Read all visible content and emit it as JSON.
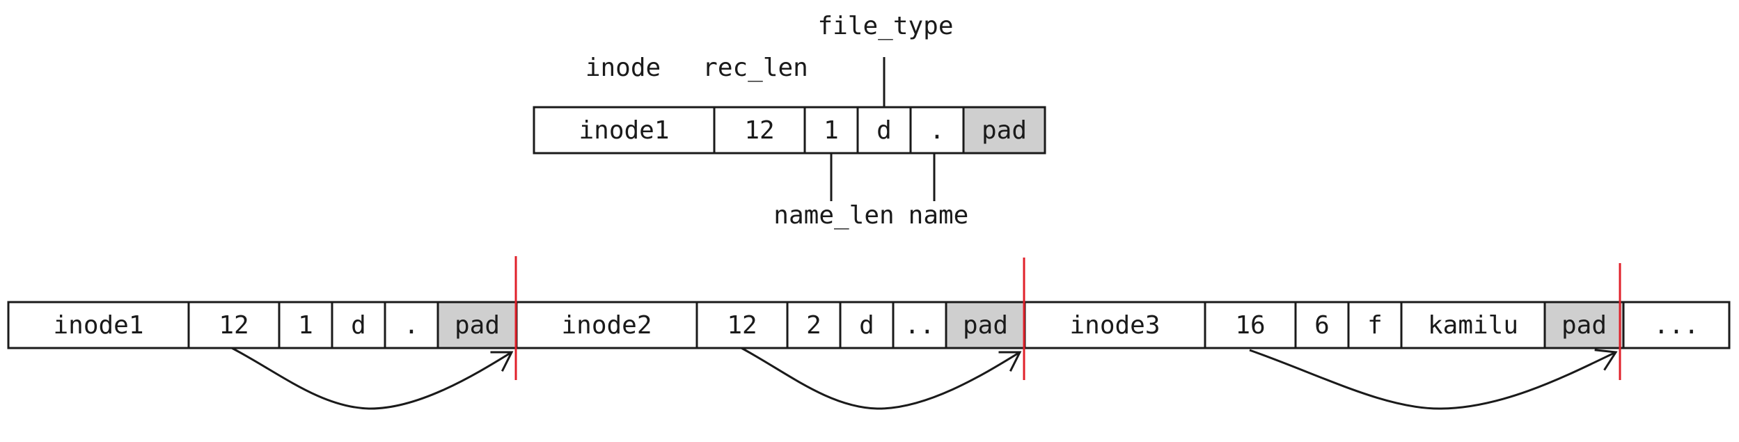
{
  "colors": {
    "stroke": "#1a1a1a",
    "pad_fill": "#cfcfcf",
    "separator": "#e0202a",
    "background": "#ffffff"
  },
  "detail": {
    "labels": {
      "inode": "inode",
      "rec_len": "rec_len",
      "file_type": "file_type",
      "name_len": "name_len",
      "name": "name"
    },
    "cells": [
      {
        "text": "inode1",
        "kind": "normal"
      },
      {
        "text": "12",
        "kind": "normal"
      },
      {
        "text": "1",
        "kind": "normal"
      },
      {
        "text": "d",
        "kind": "normal"
      },
      {
        "text": ".",
        "kind": "normal"
      },
      {
        "text": "pad",
        "kind": "pad"
      }
    ]
  },
  "chain": {
    "cells": [
      {
        "text": "inode1",
        "kind": "normal"
      },
      {
        "text": "12",
        "kind": "normal"
      },
      {
        "text": "1",
        "kind": "normal"
      },
      {
        "text": "d",
        "kind": "normal"
      },
      {
        "text": ".",
        "kind": "normal"
      },
      {
        "text": "pad",
        "kind": "pad"
      },
      {
        "text": "inode2",
        "kind": "normal"
      },
      {
        "text": "12",
        "kind": "normal"
      },
      {
        "text": "2",
        "kind": "normal"
      },
      {
        "text": "d",
        "kind": "normal"
      },
      {
        "text": "..",
        "kind": "normal"
      },
      {
        "text": "pad",
        "kind": "pad"
      },
      {
        "text": "inode3",
        "kind": "normal"
      },
      {
        "text": "16",
        "kind": "normal"
      },
      {
        "text": "6",
        "kind": "normal"
      },
      {
        "text": "f",
        "kind": "normal"
      },
      {
        "text": "kamilu",
        "kind": "normal"
      },
      {
        "text": "pad",
        "kind": "pad"
      },
      {
        "text": "...",
        "kind": "normal"
      }
    ]
  }
}
